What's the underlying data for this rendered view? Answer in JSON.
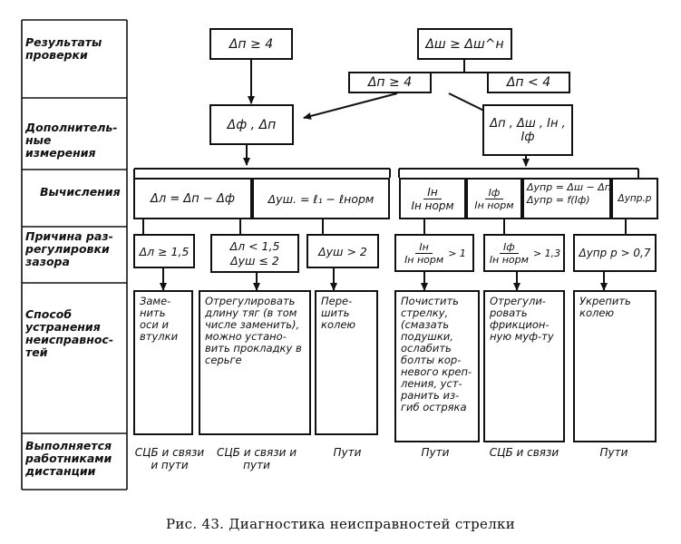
{
  "caption": "Рис. 43. Диагностика неисправностей стрелки",
  "row_labels": {
    "results": "Результаты проверки",
    "additional": "Дополнитель-ные измерения",
    "calculations": "Вычисления",
    "cause": "Причина раз-регулировки зазора",
    "method": "Способ устранения неисправнос-тей",
    "performed": "Выполняется работниками дистанции"
  },
  "boxes": {
    "dp_ge4_top": "Δп ≥ 4",
    "dsh_ge": "Δш ≥ Δш^н",
    "dp_ge4_mid": "Δп ≥ 4",
    "dp_lt4": "Δп < 4",
    "dphi_dp": "Δф , Δп",
    "dp_dsh_ih_iphi": "Δп , Δш , Iн , Iф",
    "calc_dl": "Δл = Δп − Δф",
    "calc_dush": "Δуш. = ℓ₁ − ℓнорм",
    "frac_ih_num": "Iн",
    "frac_ih_den": "Iн норм",
    "frac_iphi_num": "Iф",
    "frac_iphi_den": "Iн норм",
    "calc_dupr1": "Δупр = Δш − Δп",
    "calc_dupr2": "Δупр = f(Iф)",
    "calc_duprr": "Δупр.р",
    "cause_dl": "Δл ≥ 1,5",
    "cause_dl_dush_1": "Δл < 1,5",
    "cause_dl_dush_2": "Δуш ≤ 2",
    "cause_dush": "Δуш > 2",
    "cause_ih_num": "Iн",
    "cause_ih_den": "Iн норм",
    "cause_ih_cmp": "> 1",
    "cause_iphi_num": "Iф",
    "cause_iphi_den": "Iн норм",
    "cause_iphi_cmp": "> 1,3",
    "cause_duprr": "Δупр р > 0,7",
    "fix_replace": "Заме-нить оси и втулки",
    "fix_adjust": "Отрегулировать длину тяг (в том числе заменить), можно устано-вить прокладку в серьге",
    "fix_regauge": "Пере-шить колею",
    "fix_clean": "Почистить стрелку, (смазать подушки, ослабить болты кор-невого креп-ления, уст-ранить из-гиб остряка",
    "fix_clutch": "Отрегули-ровать фрикцион-ную муф-ту",
    "fix_strengthen": "Укрепить колею"
  },
  "performers": {
    "p1": "СЦБ и связи и пути",
    "p2": "СЦБ и связи и пути",
    "p3": "Пути",
    "p4": "Пути",
    "p5": "СЦБ и связи",
    "p6": "Пути"
  }
}
